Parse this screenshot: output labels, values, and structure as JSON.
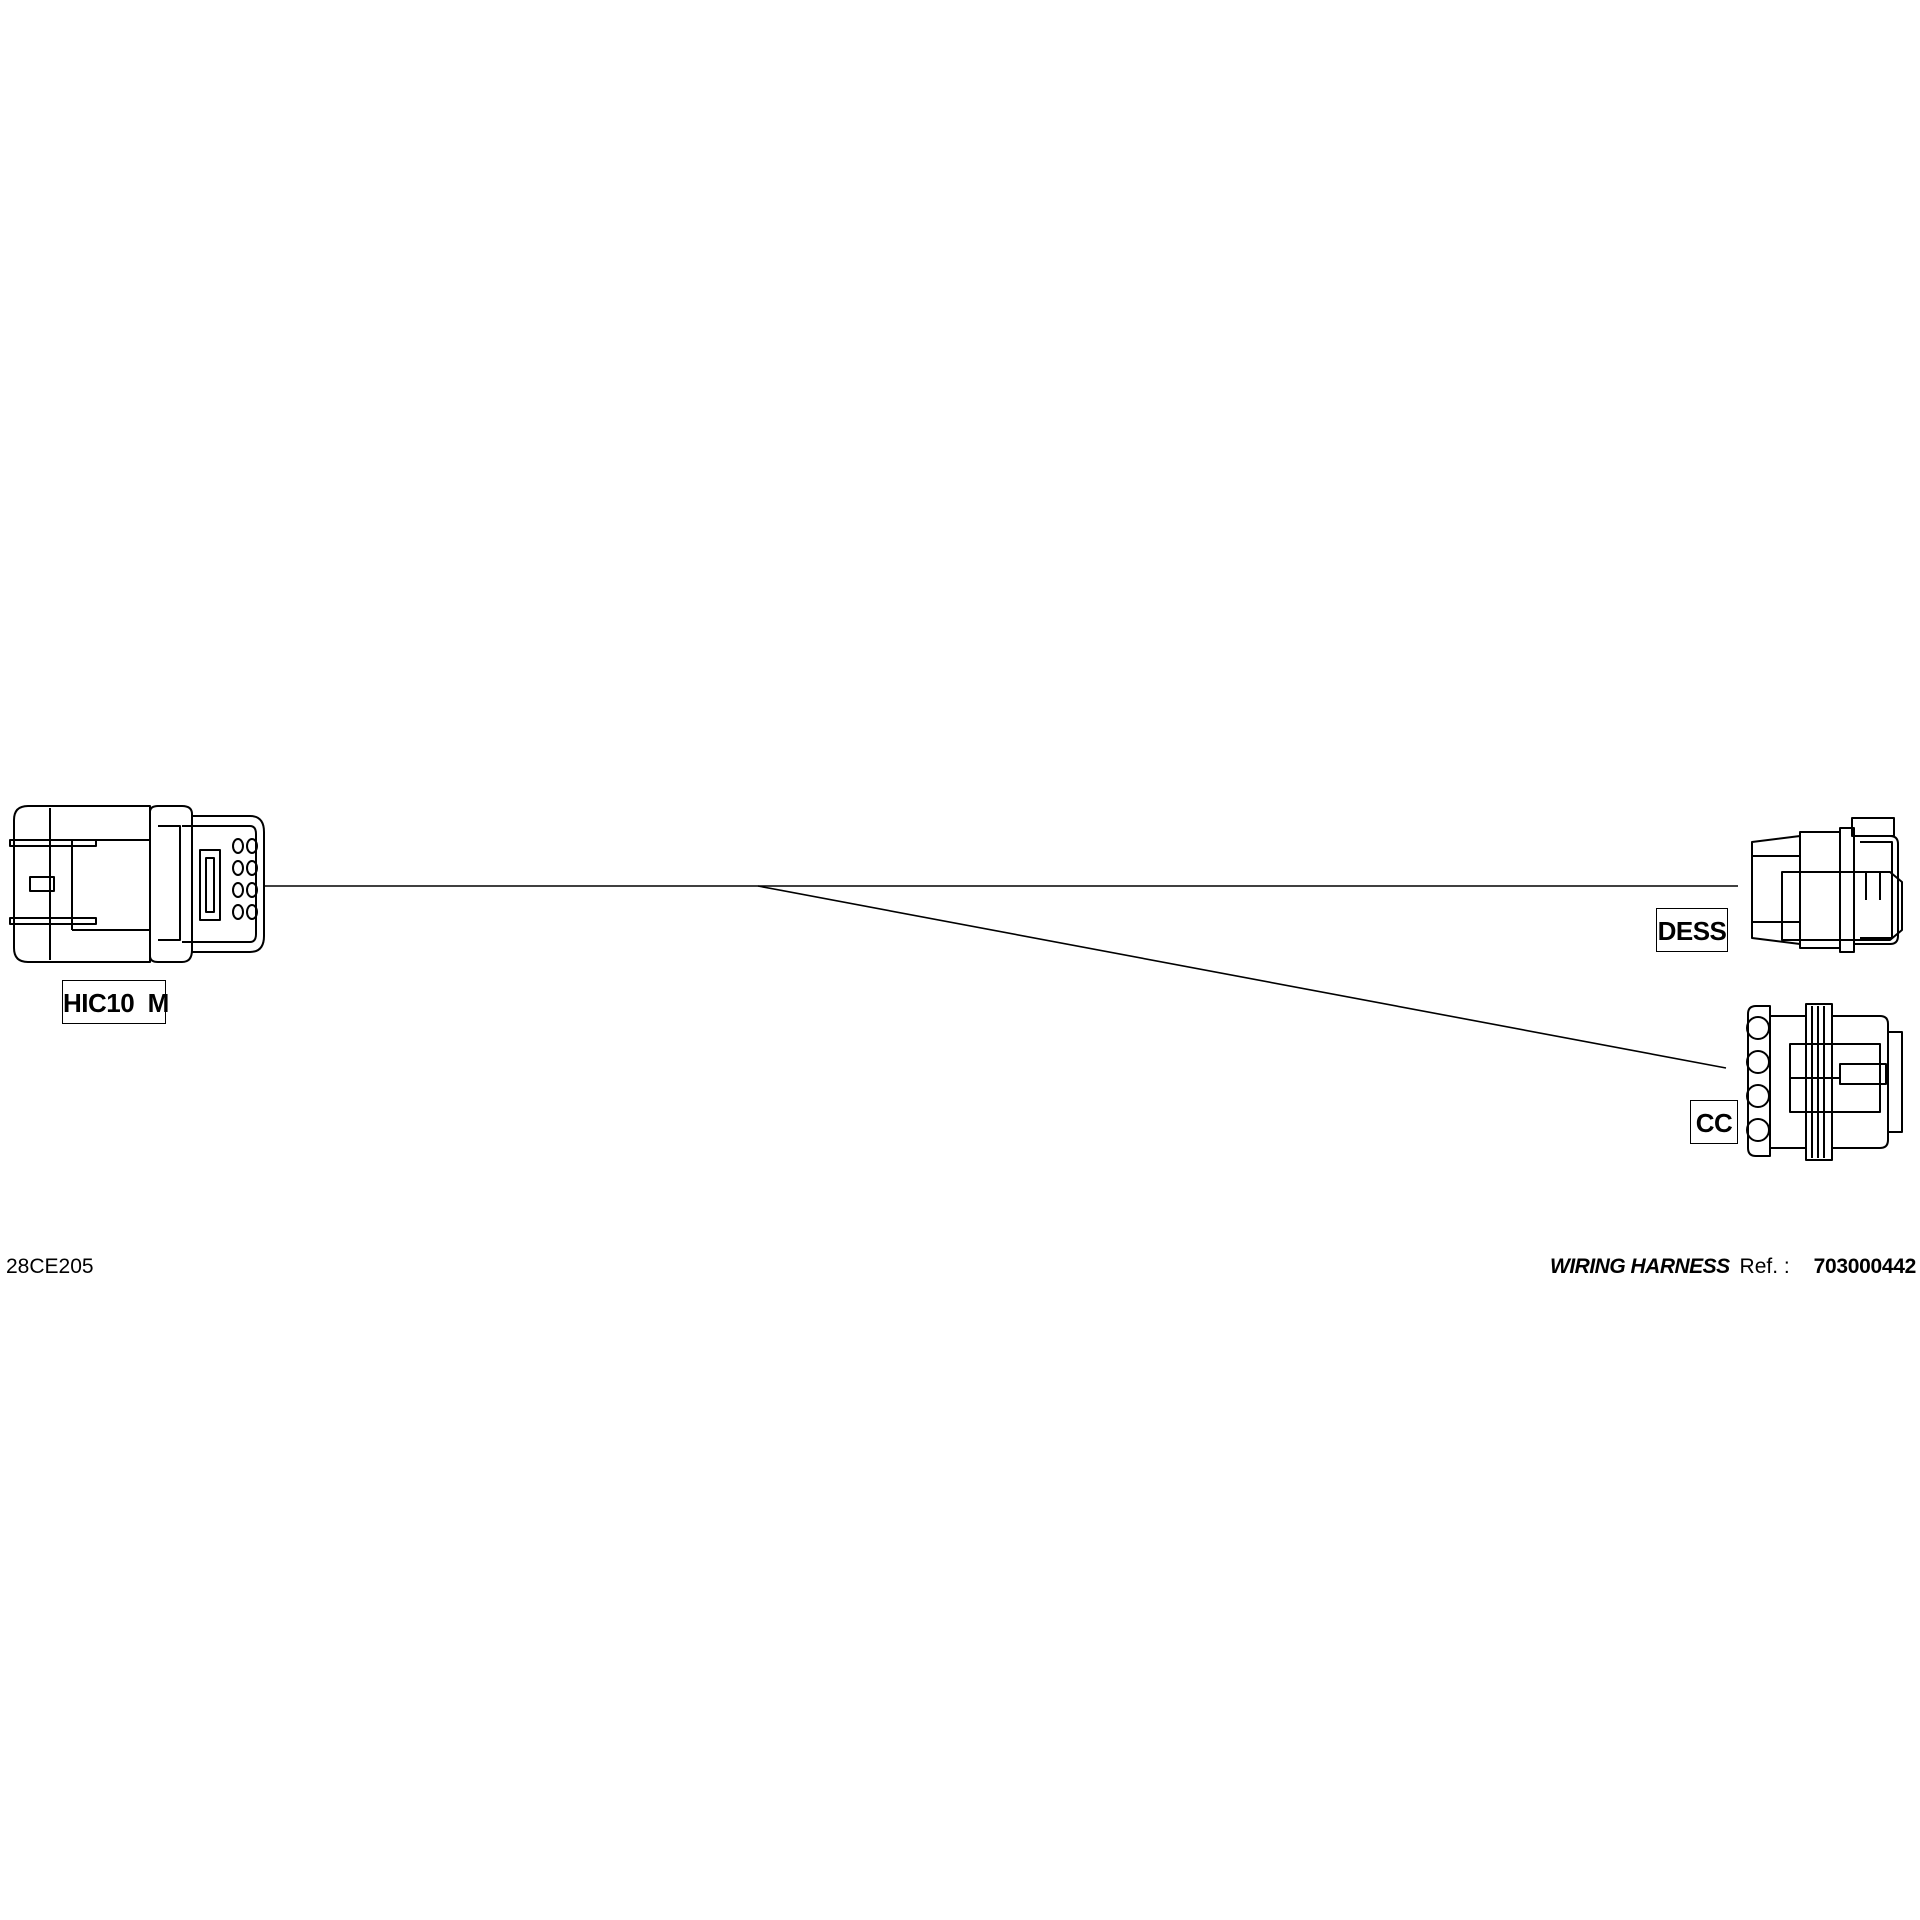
{
  "connectors": {
    "hic10m": {
      "label": "HIC10  M"
    },
    "dess": {
      "label": "DESS"
    },
    "cc": {
      "label": "CC"
    }
  },
  "footer": {
    "drawing_id": "28CE205",
    "title": "WIRING HARNESS",
    "ref_label": "Ref. :",
    "ref_number": "703000442"
  }
}
